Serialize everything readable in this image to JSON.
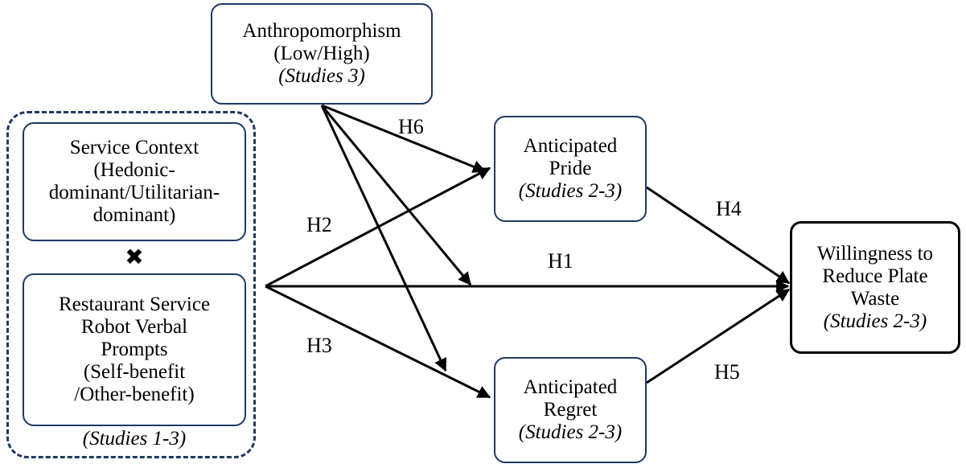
{
  "figure": {
    "type": "conceptual-model-diagram",
    "accent_border_color": "#1f3864",
    "outcome_border_color": "#000000",
    "edge_color": "#000000",
    "background": "#ffffff"
  },
  "nodes": {
    "anthropomorphism": {
      "line1": "Anthropomorphism",
      "line2": "(Low/High)",
      "studies": "(Studies 3)"
    },
    "service_context": {
      "line1": "Service Context",
      "line2": "(Hedonic-",
      "line3": "dominant/Utilitarian-",
      "line4": "dominant)"
    },
    "robot_prompts": {
      "line1": "Restaurant Service",
      "line2": "Robot Verbal",
      "line3": "Prompts",
      "line4": "(Self-benefit",
      "line5": "/Other-benefit)"
    },
    "anticipated_pride": {
      "line1": "Anticipated",
      "line2": "Pride",
      "studies": "(Studies 2-3)"
    },
    "anticipated_regret": {
      "line1": "Anticipated",
      "line2": "Regret",
      "studies": "(Studies 2-3)"
    },
    "willingness": {
      "line1": "Willingness to",
      "line2": "Reduce Plate",
      "line3": "Waste",
      "studies": "(Studies 2-3)"
    }
  },
  "group": {
    "caption": "(Studies 1-3)",
    "operator": "✖"
  },
  "hypotheses": [
    {
      "id": "H1",
      "label": "H1",
      "from": "independent-variables",
      "to": "willingness",
      "kind": "direct"
    },
    {
      "id": "H2",
      "label": "H2",
      "from": "independent-variables",
      "to": "anticipated-pride",
      "kind": "direct"
    },
    {
      "id": "H3",
      "label": "H3",
      "from": "independent-variables",
      "to": "anticipated-regret",
      "kind": "direct"
    },
    {
      "id": "H4",
      "label": "H4",
      "from": "anticipated-pride",
      "to": "willingness",
      "kind": "direct"
    },
    {
      "id": "H5",
      "label": "H5",
      "from": "anticipated-regret",
      "to": "willingness",
      "kind": "direct"
    },
    {
      "id": "H6",
      "label": "H6",
      "from": "anthropomorphism",
      "to": "paths",
      "kind": "moderation"
    }
  ]
}
